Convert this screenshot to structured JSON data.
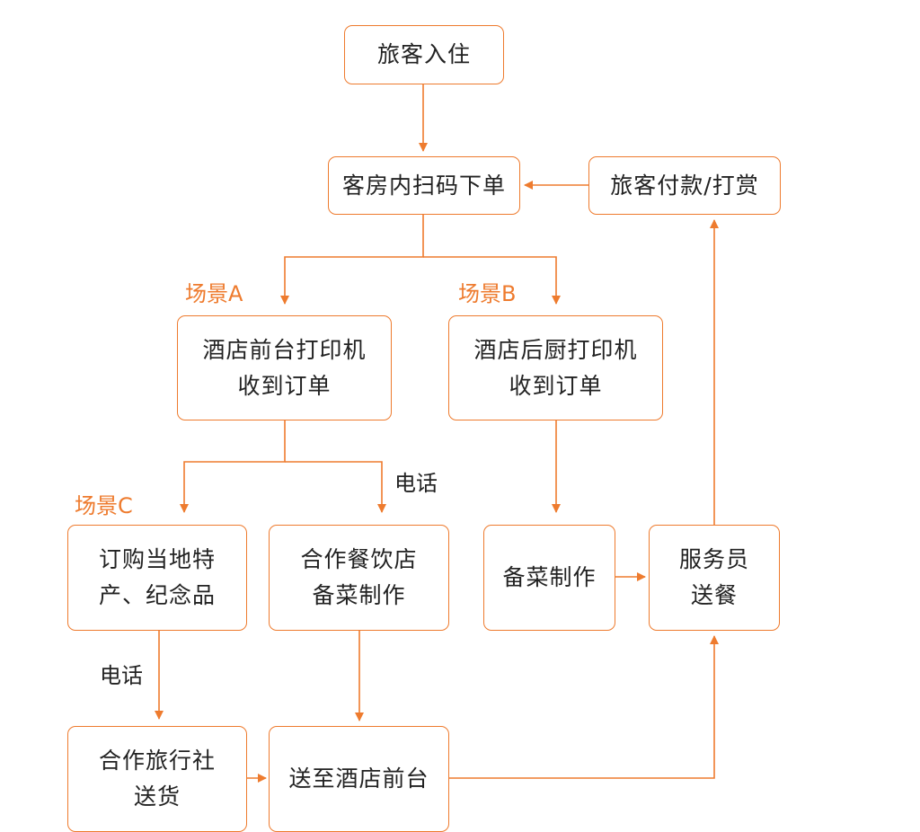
{
  "colors": {
    "accent": "#ee7b2e",
    "text": "#222222",
    "background": "#ffffff"
  },
  "nodes": {
    "checkin": "旅客入住",
    "scan_order": "客房内扫码下单",
    "payment": "旅客付款/打赏",
    "front_desk_printer": "酒店前台打印机\n收到订单",
    "kitchen_printer": "酒店后厨打印机\n收到订单",
    "local_specialty": "订购当地特\n产、纪念品",
    "partner_restaurant": "合作餐饮店\n备菜制作",
    "kitchen_prep": "备菜制作",
    "waiter_delivery": "服务员\n送餐",
    "travel_agency": "合作旅行社\n送货",
    "to_front_desk": "送至酒店前台"
  },
  "labels": {
    "scene_a": "场景A",
    "scene_b": "场景B",
    "scene_c": "场景C",
    "phone_1": "电话",
    "phone_2": "电话"
  }
}
